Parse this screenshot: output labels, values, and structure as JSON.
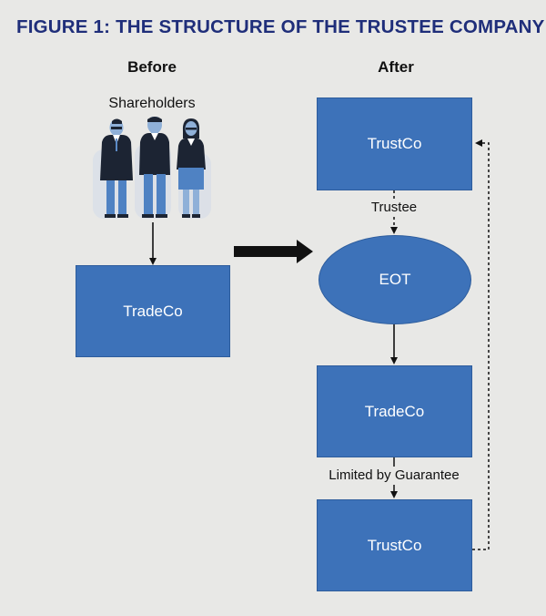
{
  "figure": {
    "title": "FIGURE 1: THE STRUCTURE OF THE TRUSTEE COMPANY"
  },
  "before": {
    "heading": "Before",
    "shareholders_label": "Shareholders",
    "tradeco_label": "TradeCo"
  },
  "after": {
    "heading": "After",
    "trustco_top_label": "TrustCo",
    "trustee_edge_label": "Trustee",
    "eot_label": "EOT",
    "tradeco_label": "TradeCo",
    "guarantee_edge_label": "Limited by Guarantee",
    "trustco_bottom_label": "TrustCo"
  },
  "colors": {
    "title": "#1f2e7a",
    "node_fill": "#3d72b9",
    "background": "#e8e8e6"
  }
}
